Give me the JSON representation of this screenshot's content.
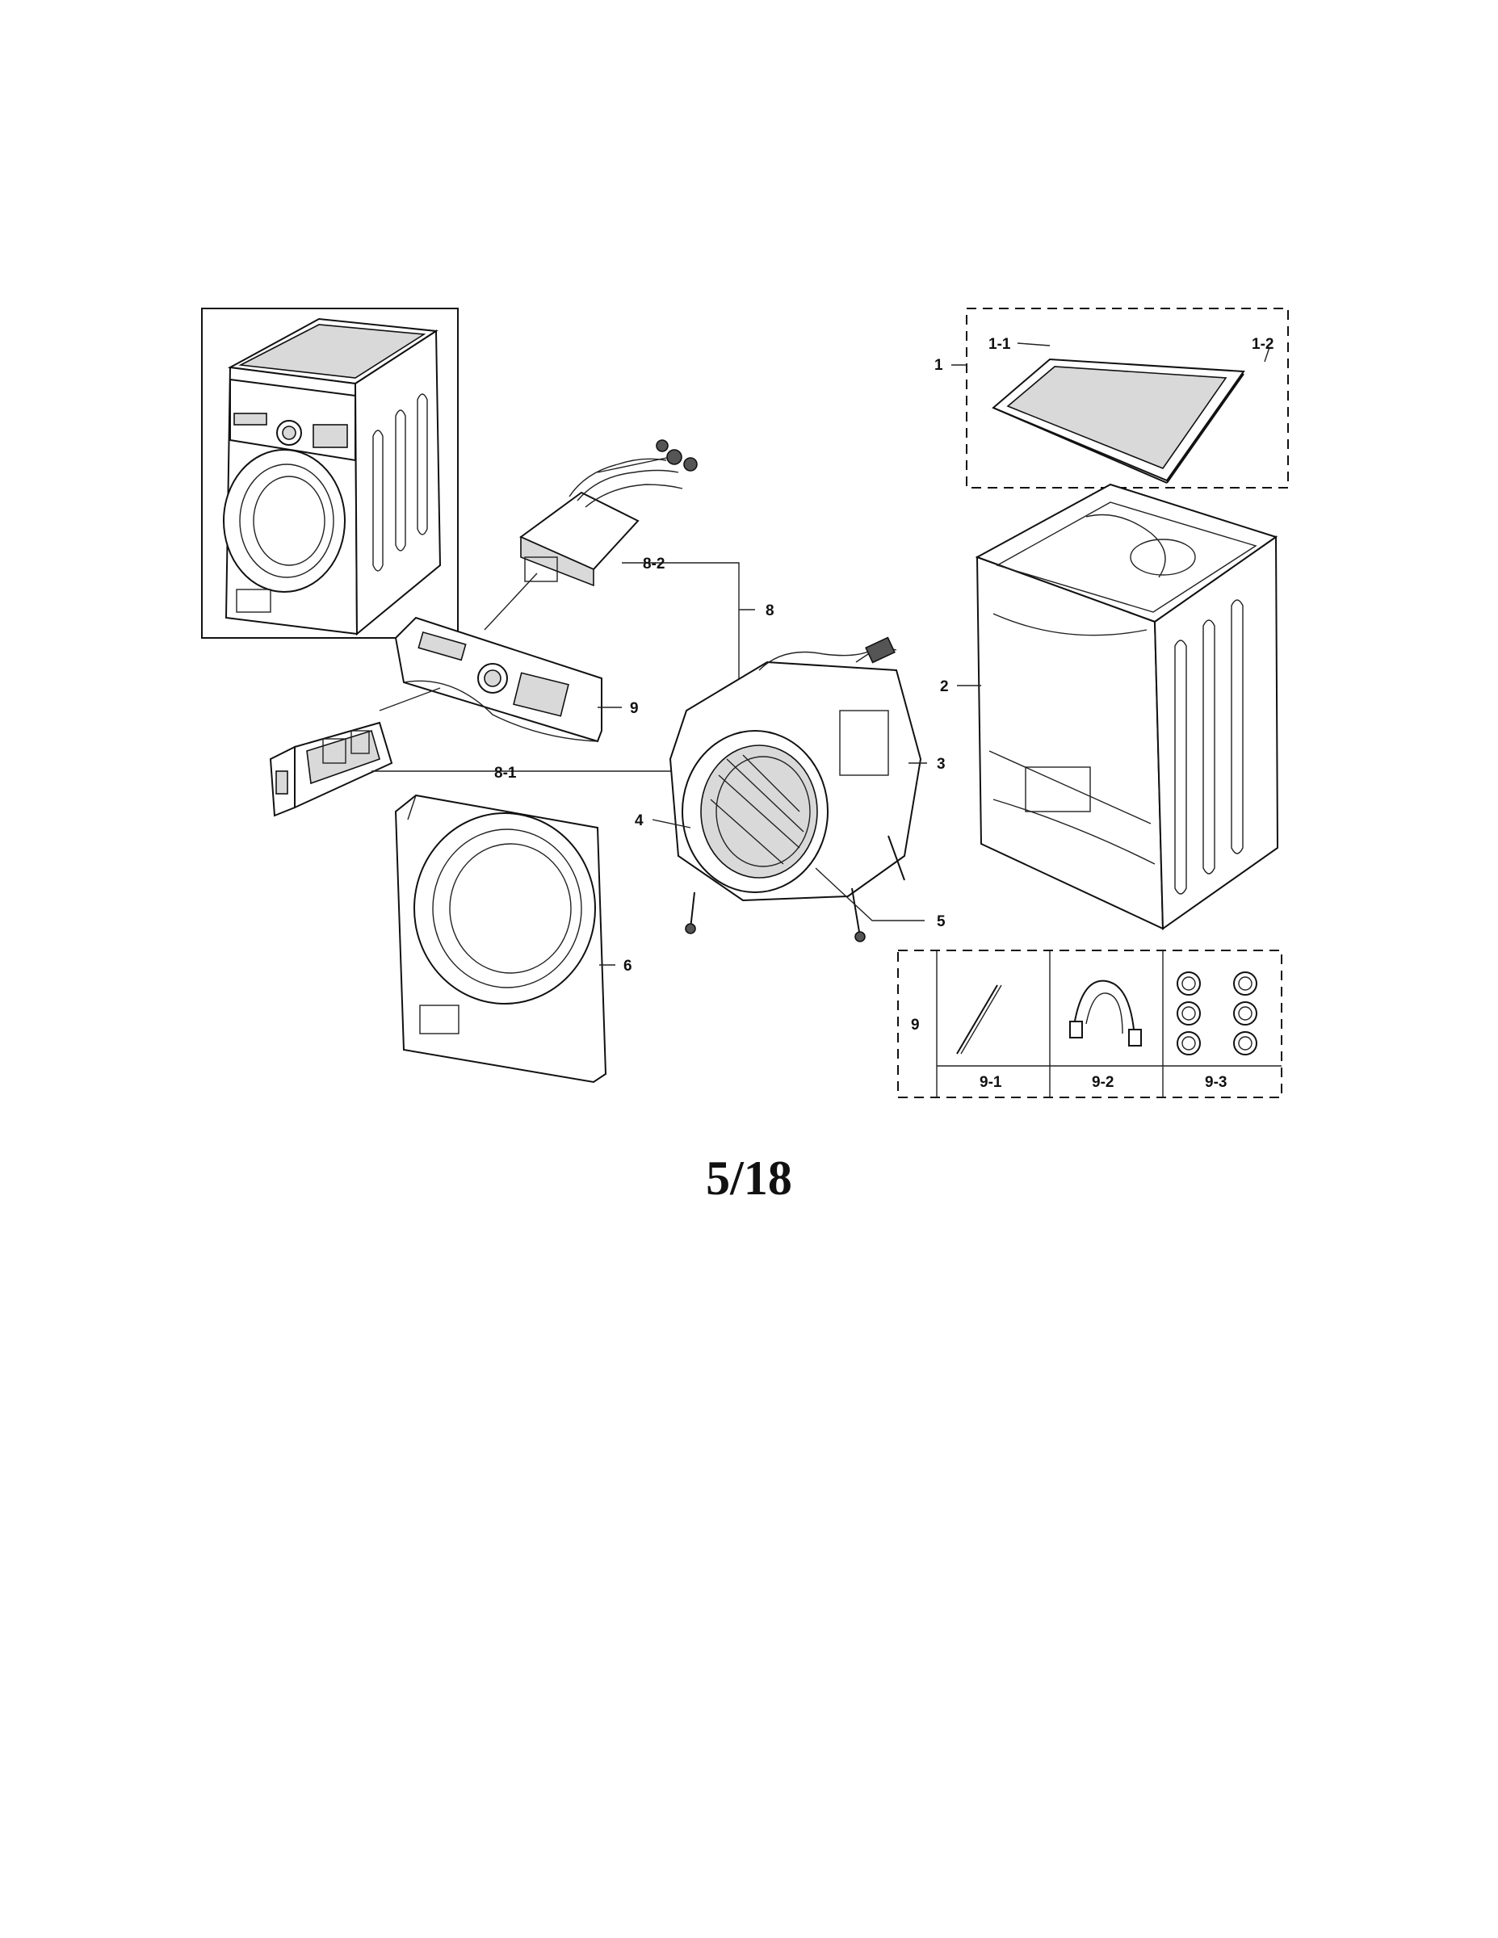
{
  "page_number": "5/18",
  "callouts": {
    "c1": "1",
    "c1_1": "1-1",
    "c1_2": "1-2",
    "c2": "2",
    "c3": "3",
    "c4": "4",
    "c5": "5",
    "c6": "6",
    "c8": "8",
    "c8_1": "8-1",
    "c8_2": "8-2",
    "c9a": "9",
    "c9b": "9",
    "c9_1": "9-1",
    "c9_2": "9-2",
    "c9_3": "9-3"
  }
}
